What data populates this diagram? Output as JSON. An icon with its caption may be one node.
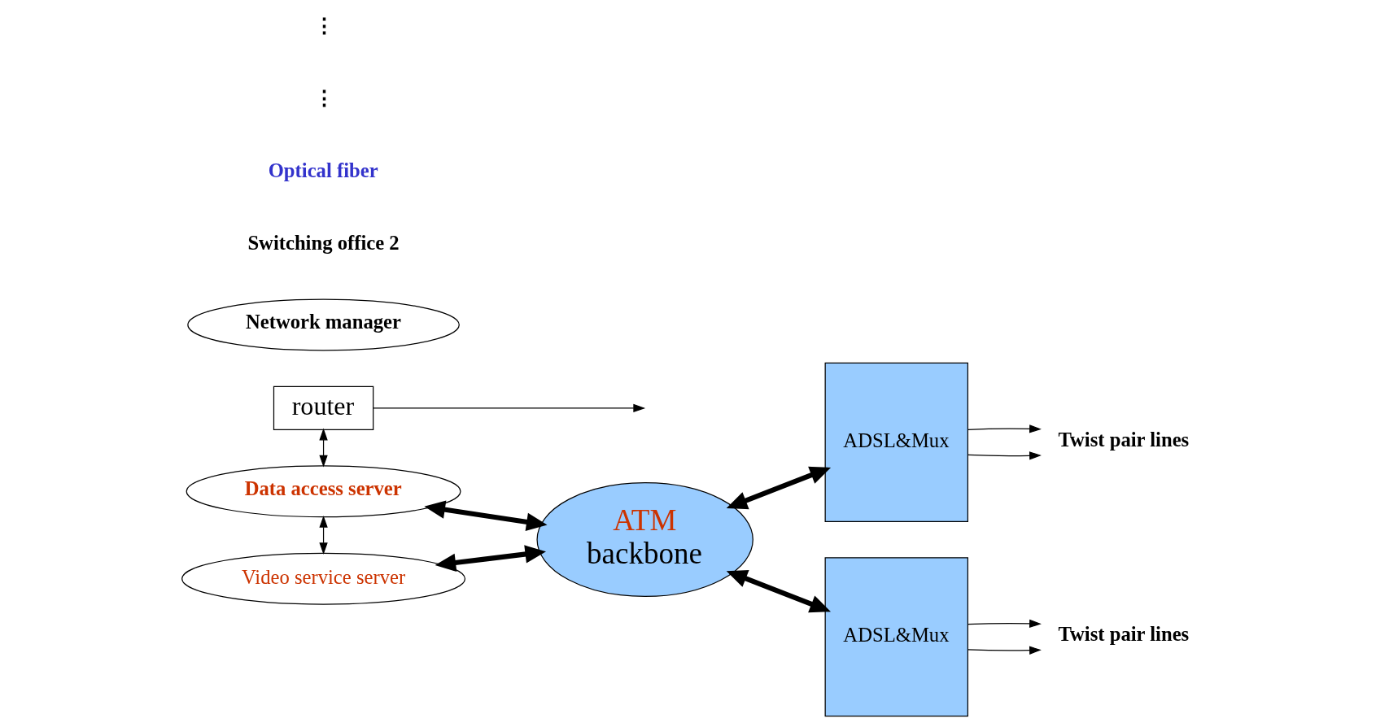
{
  "diagram": {
    "nodes": [
      {
        "text": [
          "router"
        ]
      },
      {
        "text": [
          "Network manager"
        ]
      },
      {
        "text": [
          "Data access server"
        ]
      },
      {
        "text": [
          "Video service server"
        ]
      },
      {
        "text": [
          "ATM",
          "backbone"
        ]
      },
      {
        "text": [
          "ADSL&Mux"
        ]
      },
      {
        "text": [
          "ADSL&Mux"
        ]
      },
      {
        "text": [
          "Twist pair lines"
        ]
      },
      {
        "text": [
          "Twist pair lines"
        ]
      }
    ],
    "edges": [
      {
        "from": 0,
        "to": null,
        "arrow": "to"
      },
      {
        "from": 0,
        "to": 2,
        "arrow": "both"
      },
      {
        "from": 2,
        "to": 3,
        "arrow": "both"
      },
      {
        "from": 2,
        "to": 4,
        "arrow": "both",
        "style": "thick"
      },
      {
        "from": 3,
        "to": 4,
        "arrow": "both",
        "style": "thick"
      },
      {
        "from": 4,
        "to": 5,
        "arrow": "both",
        "style": "thick"
      },
      {
        "from": 4,
        "to": 6,
        "arrow": "both",
        "style": "thick"
      },
      {
        "from": 5,
        "to": 7,
        "arrow": "to"
      },
      {
        "from": 5,
        "to": 7,
        "arrow": "to"
      },
      {
        "from": 6,
        "to": 8,
        "arrow": "to"
      },
      {
        "from": 6,
        "to": 8,
        "arrow": "to"
      }
    ],
    "labels": [
      "Switching office 2",
      "Optical fiber",
      "⋮",
      "⋮"
    ]
  }
}
